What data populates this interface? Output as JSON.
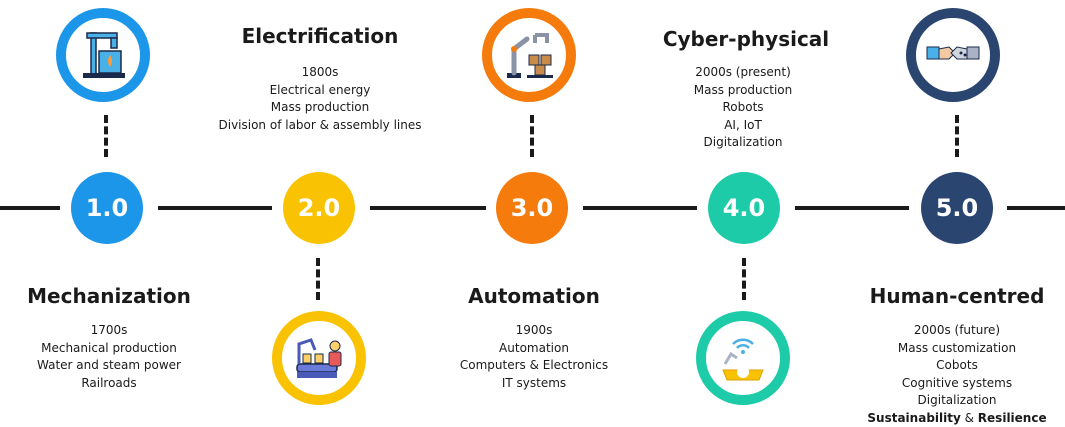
{
  "stages": [
    {
      "number": "1.0",
      "title": "Mechanization",
      "color": "#1c96e8",
      "icon": "oil-pump-icon",
      "details": [
        "1700s",
        "Mechanical production",
        "Water and steam power",
        "Railroads"
      ]
    },
    {
      "number": "2.0",
      "title": "Electrification",
      "color": "#f9c202",
      "icon": "assembly-line-icon",
      "details": [
        "1800s",
        "Electrical energy",
        "Mass production",
        "Division of labor & assembly lines"
      ]
    },
    {
      "number": "3.0",
      "title": "Automation",
      "color": "#f57b0c",
      "icon": "robot-arm-icon",
      "details": [
        "1900s",
        "Automation",
        "Computers & Electronics",
        "IT systems"
      ]
    },
    {
      "number": "4.0",
      "title": "Cyber-physical",
      "color": "#1ecba8",
      "icon": "smart-robot-gear-icon",
      "details": [
        "2000s (present)",
        "Mass production",
        "Robots",
        "AI, IoT",
        "Digitalization"
      ]
    },
    {
      "number": "5.0",
      "title": "Human-centred",
      "color": "#2a4570",
      "icon": "human-robot-handshake-icon",
      "details": [
        "2000s (future)",
        "Mass customization",
        "Cobots",
        "Cognitive systems",
        "Digitalization"
      ],
      "highlight": {
        "part1": "Sustainability",
        "connector": " & ",
        "part2": "Resilience"
      }
    }
  ]
}
